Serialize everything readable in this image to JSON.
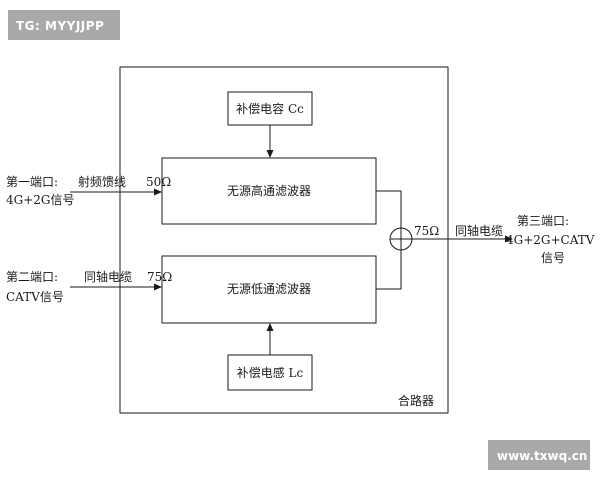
{
  "watermark_top": "TG: MYYJJPP",
  "watermark_bottom": "www.txwq.cn",
  "combiner_label": "合路器",
  "cap_box": "补偿电容 Cc",
  "ind_box": "补偿电感 Lc",
  "hp_filter": "无源高通滤波器",
  "lp_filter": "无源低通滤波器",
  "port1": {
    "line1": "第一端口:",
    "line2": "4G+2G信号",
    "feed": "射频馈线",
    "impedance": "50Ω"
  },
  "port2": {
    "line1": "第二端口:",
    "line2": "CATV信号",
    "feed": "同轴电缆",
    "impedance": "75Ω"
  },
  "port3": {
    "line1": "第三端口:",
    "line2": "4G+2G+CATV",
    "line3": "信号",
    "feed": "同轴电缆",
    "impedance": "75Ω"
  },
  "colors": {
    "line": "#1a1a1a",
    "watermark": "#a9a9a9"
  }
}
